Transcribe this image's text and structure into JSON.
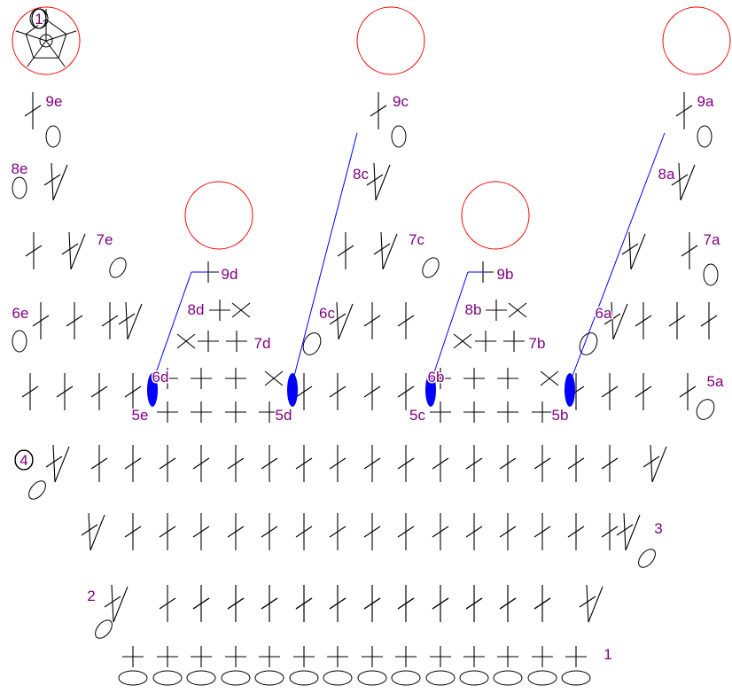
{
  "colors": {
    "stitch": "#000000",
    "ring": "#ff0000",
    "connector": "#0000ff",
    "label": "#800080"
  },
  "row_labels": [
    {
      "id": "r1",
      "text": "1",
      "circled": true
    },
    {
      "id": "r1b",
      "text": "1",
      "circled": true
    },
    {
      "id": "r2",
      "text": "2",
      "circled": true
    },
    {
      "id": "r3",
      "text": "3",
      "circled": true
    },
    {
      "id": "r4",
      "text": "4",
      "circled": true
    },
    {
      "id": "r5a",
      "text": "5a",
      "circled": true
    },
    {
      "id": "r5b",
      "text": "5b",
      "circled": false
    },
    {
      "id": "r5c",
      "text": "5c",
      "circled": false
    },
    {
      "id": "r5d",
      "text": "5d",
      "circled": false
    },
    {
      "id": "r5e",
      "text": "5e",
      "circled": false
    },
    {
      "id": "r6a",
      "text": "6a",
      "circled": true
    },
    {
      "id": "r6b",
      "text": "6b",
      "circled": true
    },
    {
      "id": "r6c",
      "text": "6c",
      "circled": true
    },
    {
      "id": "r6d",
      "text": "6d",
      "circled": true
    },
    {
      "id": "r6e",
      "text": "6e",
      "circled": true
    },
    {
      "id": "r7a",
      "text": "7a",
      "circled": true
    },
    {
      "id": "r7b",
      "text": "7b",
      "circled": true
    },
    {
      "id": "r7c",
      "text": "7c",
      "circled": true
    },
    {
      "id": "r7d",
      "text": "7d",
      "circled": true
    },
    {
      "id": "r7e",
      "text": "7e",
      "circled": true
    },
    {
      "id": "r8a",
      "text": "8a",
      "circled": true
    },
    {
      "id": "r8b",
      "text": "8b",
      "circled": true
    },
    {
      "id": "r8c",
      "text": "8c",
      "circled": true
    },
    {
      "id": "r8d",
      "text": "8d",
      "circled": true
    },
    {
      "id": "r8e",
      "text": "8e",
      "circled": true
    },
    {
      "id": "r9a",
      "text": "9a",
      "circled": true
    },
    {
      "id": "r9b",
      "text": "9b",
      "circled": true
    },
    {
      "id": "r9c",
      "text": "9c",
      "circled": true
    },
    {
      "id": "r9d",
      "text": "9d",
      "circled": true
    },
    {
      "id": "r9e",
      "text": "9e",
      "circled": true
    }
  ]
}
